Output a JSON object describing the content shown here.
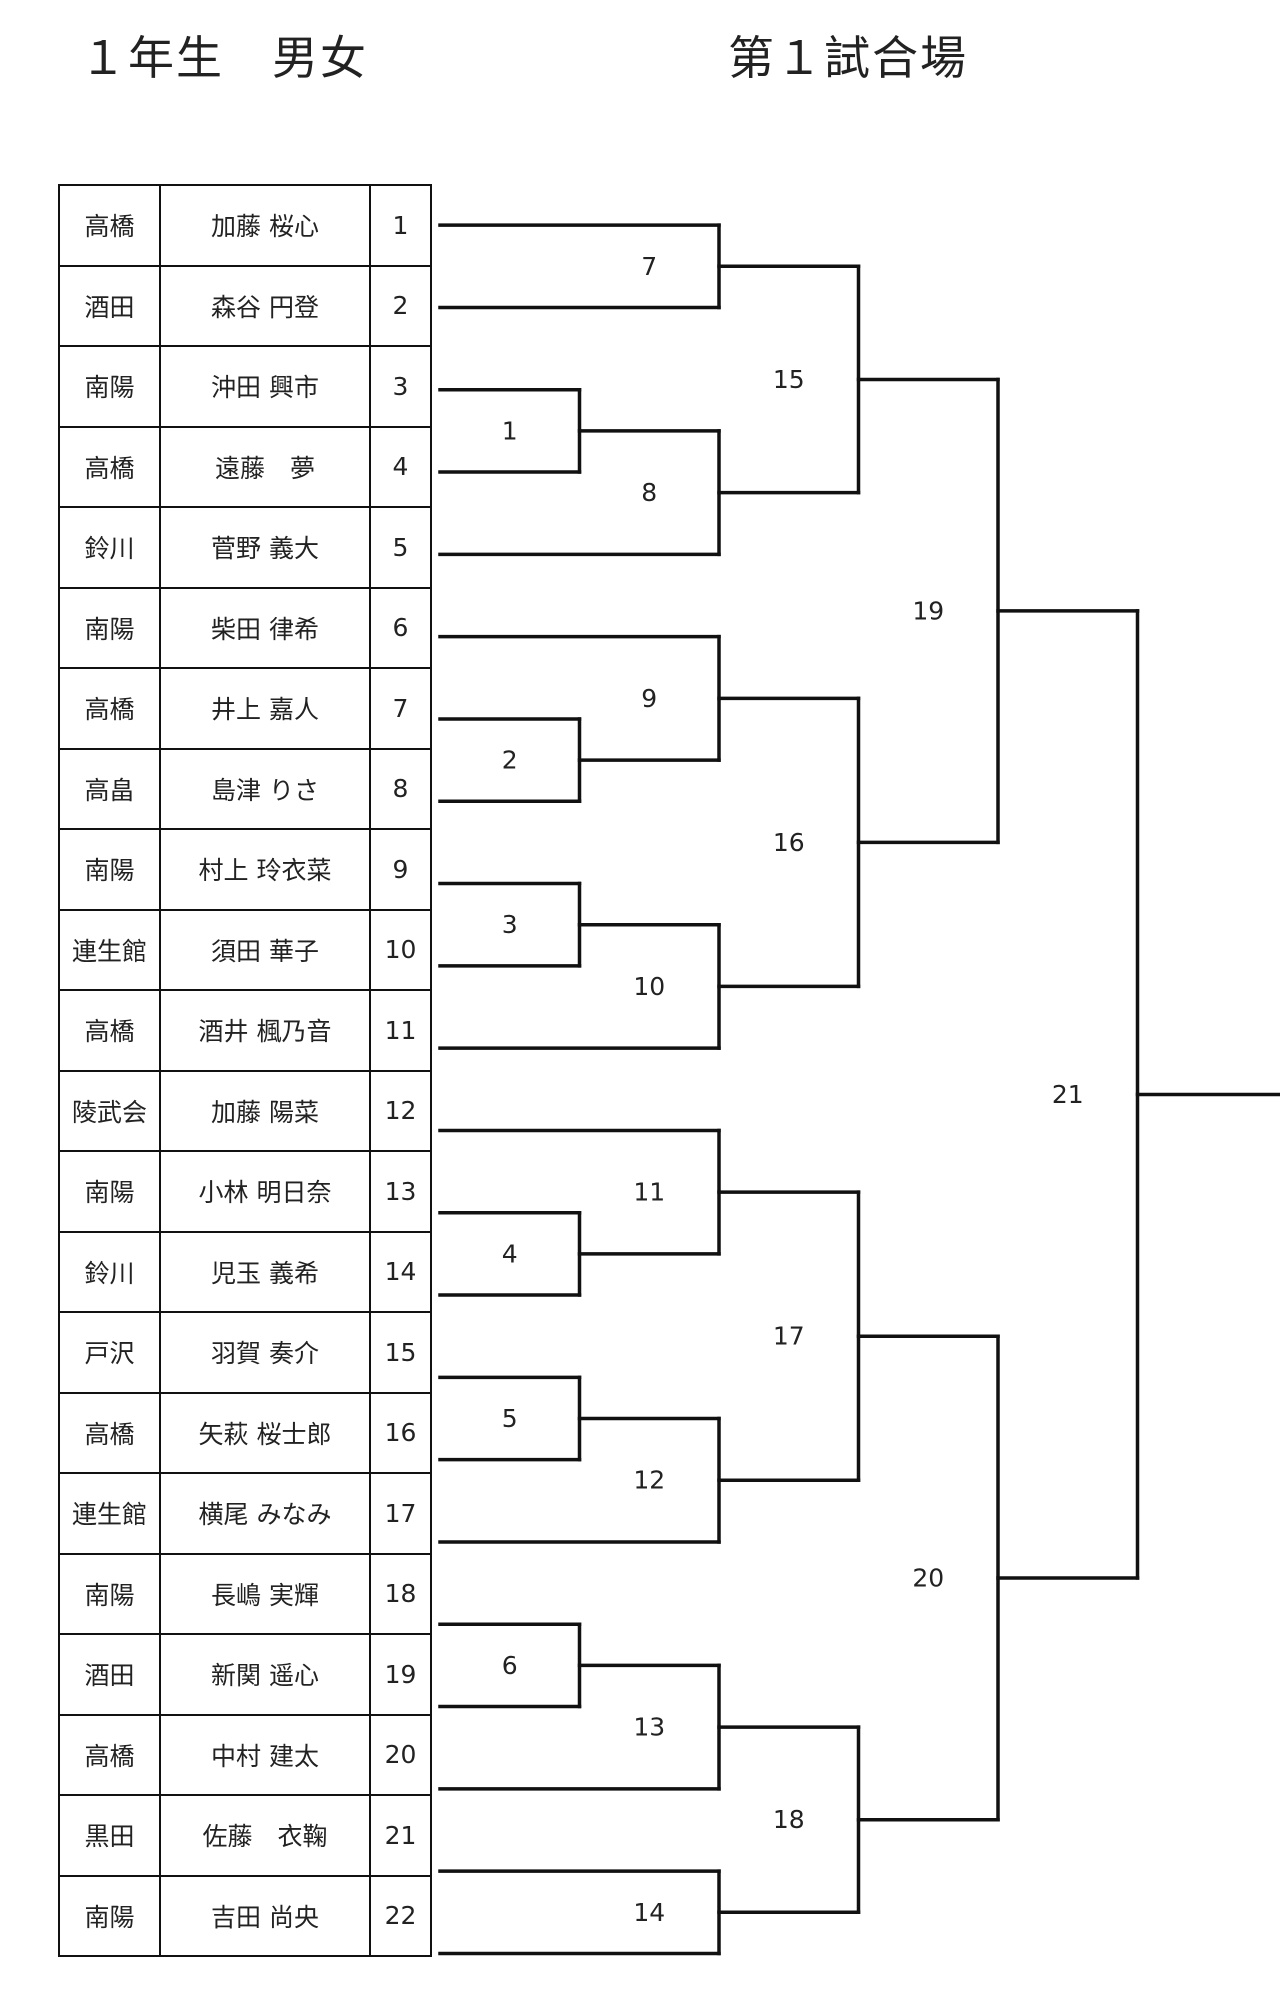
{
  "header": {
    "category": "１年生　男女",
    "venue": "第１試合場"
  },
  "entries": [
    {
      "club": "高橋",
      "name": "加藤 桜心",
      "no": "1"
    },
    {
      "club": "酒田",
      "name": "森谷 円登",
      "no": "2"
    },
    {
      "club": "南陽",
      "name": "沖田 興市",
      "no": "3"
    },
    {
      "club": "高橋",
      "name": "遠藤　夢",
      "no": "4"
    },
    {
      "club": "鈴川",
      "name": "菅野 義大",
      "no": "5"
    },
    {
      "club": "南陽",
      "name": "柴田 律希",
      "no": "6"
    },
    {
      "club": "高橋",
      "name": "井上 嘉人",
      "no": "7"
    },
    {
      "club": "高畠",
      "name": "島津 りさ",
      "no": "8"
    },
    {
      "club": "南陽",
      "name": "村上 玲衣菜",
      "no": "9"
    },
    {
      "club": "連生館",
      "name": "須田 華子",
      "no": "10"
    },
    {
      "club": "高橋",
      "name": "酒井 楓乃音",
      "no": "11"
    },
    {
      "club": "陵武会",
      "name": "加藤 陽菜",
      "no": "12"
    },
    {
      "club": "南陽",
      "name": "小林 明日奈",
      "no": "13"
    },
    {
      "club": "鈴川",
      "name": "児玉 義希",
      "no": "14"
    },
    {
      "club": "戸沢",
      "name": "羽賀 奏介",
      "no": "15"
    },
    {
      "club": "高橋",
      "name": "矢萩 桜士郎",
      "no": "16"
    },
    {
      "club": "連生館",
      "name": "横尾 みなみ",
      "no": "17"
    },
    {
      "club": "南陽",
      "name": "長嶋 実輝",
      "no": "18"
    },
    {
      "club": "酒田",
      "name": "新関 遥心",
      "no": "19"
    },
    {
      "club": "高橋",
      "name": "中村 建太",
      "no": "20"
    },
    {
      "club": "黒田",
      "name": "佐藤　衣鞠",
      "no": "21"
    },
    {
      "club": "南陽",
      "name": "吉田 尚央",
      "no": "22"
    }
  ],
  "bracket": {
    "matches": [
      {
        "id": "m1",
        "label": "1",
        "round": 1,
        "from": [
          "e3",
          "e4"
        ]
      },
      {
        "id": "m2",
        "label": "2",
        "round": 1,
        "from": [
          "e7",
          "e8"
        ]
      },
      {
        "id": "m3",
        "label": "3",
        "round": 1,
        "from": [
          "e9",
          "e10"
        ]
      },
      {
        "id": "m4",
        "label": "4",
        "round": 1,
        "from": [
          "e13",
          "e14"
        ]
      },
      {
        "id": "m5",
        "label": "5",
        "round": 1,
        "from": [
          "e15",
          "e16"
        ]
      },
      {
        "id": "m6",
        "label": "6",
        "round": 1,
        "from": [
          "e18",
          "e19"
        ]
      },
      {
        "id": "m7",
        "label": "7",
        "round": 2,
        "from": [
          "e1",
          "e2"
        ]
      },
      {
        "id": "m8",
        "label": "8",
        "round": 2,
        "from": [
          "m1",
          "e5"
        ]
      },
      {
        "id": "m9",
        "label": "9",
        "round": 2,
        "from": [
          "e6",
          "m2"
        ]
      },
      {
        "id": "m10",
        "label": "10",
        "round": 2,
        "from": [
          "m3",
          "e11"
        ]
      },
      {
        "id": "m11",
        "label": "11",
        "round": 2,
        "from": [
          "e12",
          "m4"
        ]
      },
      {
        "id": "m12",
        "label": "12",
        "round": 2,
        "from": [
          "m5",
          "e17"
        ]
      },
      {
        "id": "m13",
        "label": "13",
        "round": 2,
        "from": [
          "m6",
          "e20"
        ]
      },
      {
        "id": "m14",
        "label": "14",
        "round": 2,
        "from": [
          "e21",
          "e22"
        ]
      },
      {
        "id": "m15",
        "label": "15",
        "round": 3,
        "from": [
          "m7",
          "m8"
        ]
      },
      {
        "id": "m16",
        "label": "16",
        "round": 3,
        "from": [
          "m9",
          "m10"
        ]
      },
      {
        "id": "m17",
        "label": "17",
        "round": 3,
        "from": [
          "m11",
          "m12"
        ]
      },
      {
        "id": "m18",
        "label": "18",
        "round": 3,
        "from": [
          "m13",
          "m14"
        ]
      },
      {
        "id": "m19",
        "label": "19",
        "round": 4,
        "from": [
          "m15",
          "m16"
        ]
      },
      {
        "id": "m20",
        "label": "20",
        "round": 4,
        "from": [
          "m17",
          "m18"
        ]
      },
      {
        "id": "m21",
        "label": "21",
        "round": 5,
        "from": [
          "m19",
          "m20"
        ]
      }
    ],
    "final": "m21"
  }
}
